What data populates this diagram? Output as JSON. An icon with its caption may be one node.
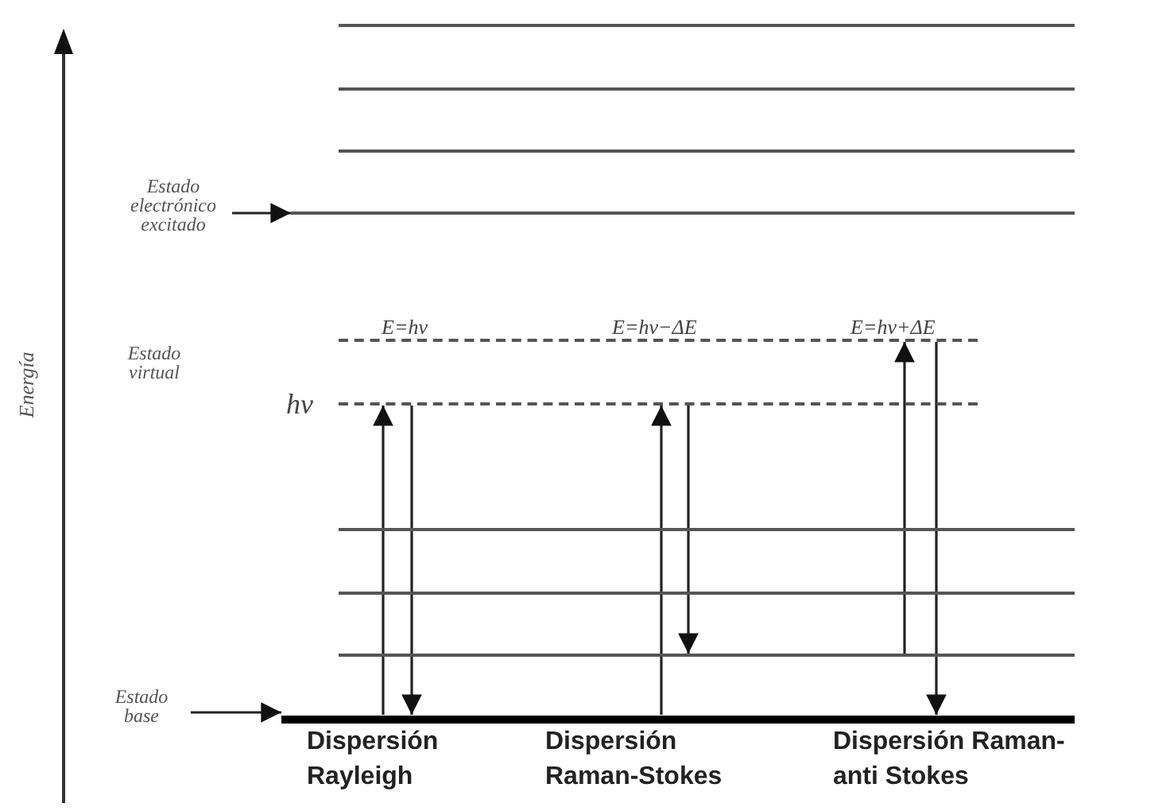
{
  "diagram": {
    "nodes": [
      {
        "text": [],
        "shape": "line"
      },
      {
        "text": [],
        "shape": "line"
      },
      {
        "text": [],
        "shape": "line"
      },
      {
        "text": [
          "Estado electrónico excitado"
        ]
      },
      {
        "text": [],
        "shape": "line"
      },
      {
        "text": [],
        "shape": "line"
      },
      {
        "text": [],
        "shape": "line"
      },
      {
        "text": [],
        "shape": "line"
      },
      {
        "text": [],
        "shape": "line"
      },
      {
        "text": [],
        "shape": "line"
      },
      {
        "text": [
          "Estado base"
        ]
      },
      {
        "text": [],
        "shape": "line"
      }
    ],
    "edges": [
      {
        "from": 3,
        "to": 4,
        "arrow": "to"
      },
      {
        "from": 10,
        "to": 11,
        "arrow": "to"
      },
      {
        "from": 11,
        "to": 6,
        "arrow": "to"
      },
      {
        "from": 6,
        "to": 11,
        "arrow": "to"
      },
      {
        "from": 11,
        "to": 6,
        "arrow": "to"
      },
      {
        "from": 6,
        "to": 9,
        "arrow": "to"
      },
      {
        "from": 9,
        "to": 5,
        "arrow": "to"
      },
      {
        "from": 5,
        "to": 11,
        "arrow": "to"
      }
    ],
    "labels": [
      "Energía",
      "E=hν",
      "E=hν−ΔE",
      "E=hν+ΔE",
      "Estado virtual",
      "hν",
      "Dispersión Rayleigh",
      "Dispersión Raman-Stokes",
      "Dispersión Raman- anti Stokes"
    ]
  }
}
